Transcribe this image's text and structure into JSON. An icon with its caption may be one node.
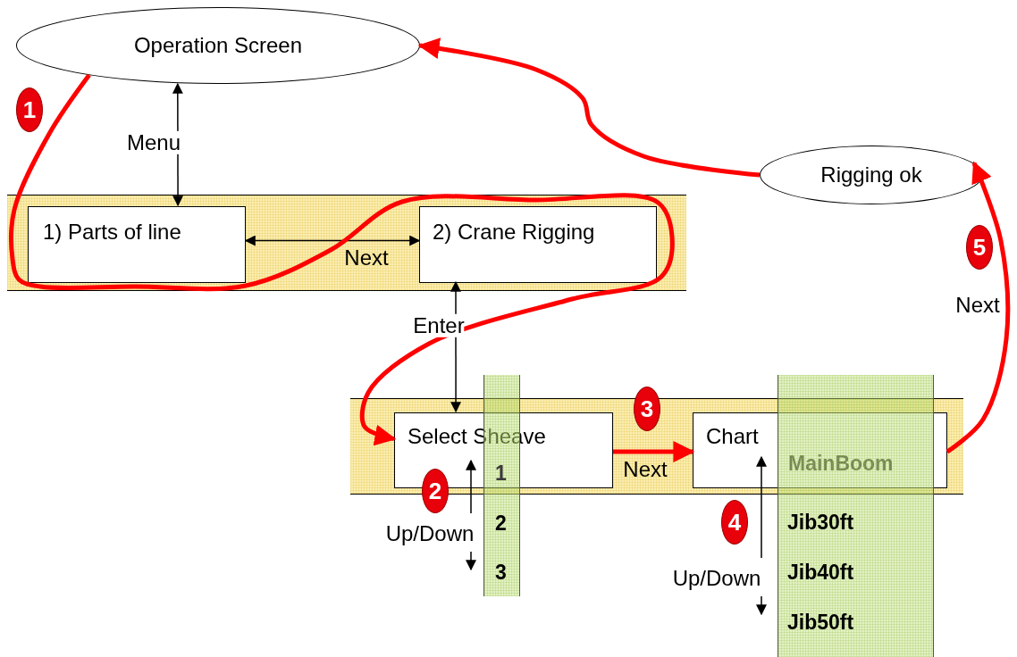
{
  "diagram": {
    "nodes": [
      {
        "text": [
          "Operation Screen"
        ]
      },
      {
        "text": [
          "Rigging ok"
        ]
      },
      {
        "text": [],
        "shape": "band"
      },
      {
        "text": [
          "1) Parts of line"
        ],
        "in": 2
      },
      {
        "text": [
          "2) Crane Rigging"
        ],
        "in": 2
      },
      {
        "text": [],
        "shape": "band"
      },
      {
        "text": [
          "Select Sheave"
        ],
        "in": 5
      },
      {
        "text": [
          "Chart",
          "MainBoom"
        ],
        "in": 5
      },
      {
        "text": [
          "1",
          "2",
          "3"
        ]
      },
      {
        "text": [
          "Jib30ft",
          "Jib40ft",
          "Jib50ft"
        ]
      }
    ],
    "edges": [
      {
        "from": 0,
        "to": 3,
        "arrow": "both",
        "label": "Menu",
        "color": "#000000"
      },
      {
        "from": 3,
        "to": 4,
        "arrow": "both",
        "label": "Next",
        "color": "#000000"
      },
      {
        "from": 4,
        "to": 6,
        "arrow": "both",
        "label": "Enter",
        "color": "#000000"
      },
      {
        "from": 0,
        "to": 6,
        "arrow": "to"
      },
      {
        "from": 6,
        "to": 7,
        "arrow": "to",
        "label": "Next"
      },
      {
        "from": 7,
        "to": 1,
        "arrow": "to",
        "label": "Next"
      },
      {
        "from": 1,
        "to": 0,
        "arrow": "to"
      }
    ],
    "labels": [
      "1",
      "5",
      "3",
      "2",
      "4",
      "Up/Down",
      "Up/Down"
    ]
  }
}
